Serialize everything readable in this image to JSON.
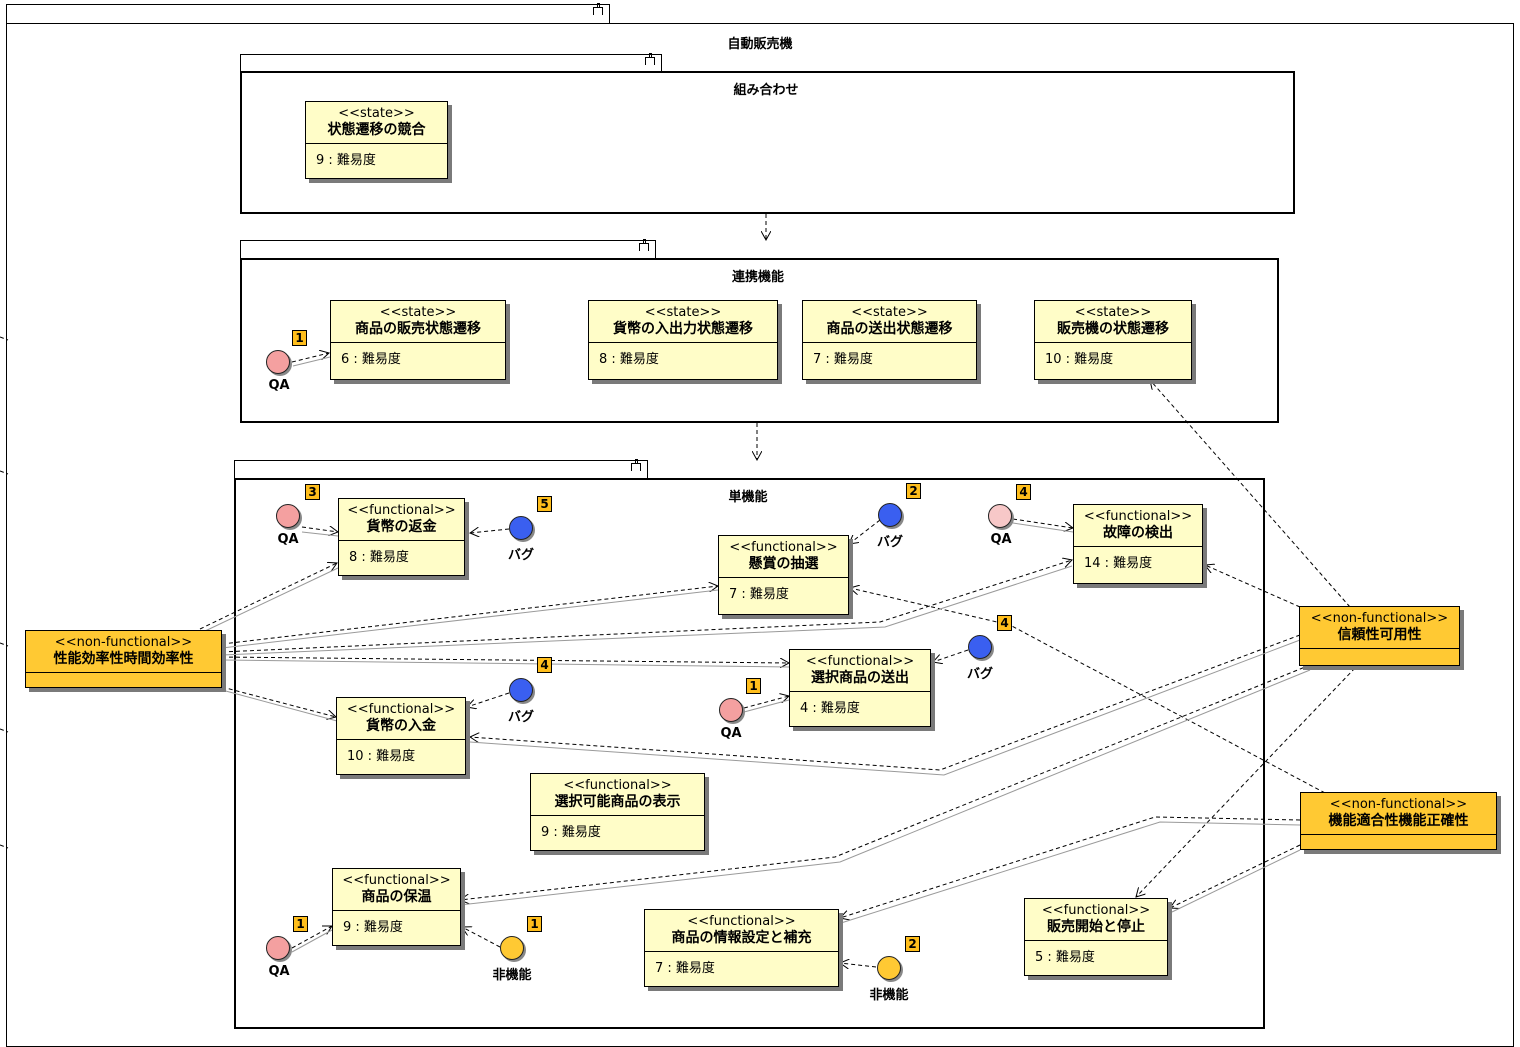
{
  "packages": {
    "outer": {
      "title": "自動販売機"
    },
    "combo": {
      "title": "組み合わせ"
    },
    "linked": {
      "title": "連携機能"
    },
    "single": {
      "title": "単機能"
    }
  },
  "classes": {
    "conflict": {
      "stereotype": "<<state>>",
      "name": "状態遷移の競合",
      "attr": "9 : 難易度"
    },
    "sales_state": {
      "stereotype": "<<state>>",
      "name": "商品の販売状態遷移",
      "attr": "6 : 難易度"
    },
    "coin_io_state": {
      "stereotype": "<<state>>",
      "name": "貨幣の入出力状態遷移",
      "attr": "8 : 難易度"
    },
    "dispatch_state": {
      "stereotype": "<<state>>",
      "name": "商品の送出状態遷移",
      "attr": "7 : 難易度"
    },
    "machine_state": {
      "stereotype": "<<state>>",
      "name": "販売機の状態遷移",
      "attr": "10 : 難易度"
    },
    "refund": {
      "stereotype": "<<functional>>",
      "name": "貨幣の返金",
      "attr": "8 : 難易度"
    },
    "lottery": {
      "stereotype": "<<functional>>",
      "name": "懸賞の抽選",
      "attr": "7 : 難易度"
    },
    "fault": {
      "stereotype": "<<functional>>",
      "name": "故障の検出",
      "attr": "14 : 難易度"
    },
    "dispatch": {
      "stereotype": "<<functional>>",
      "name": "選択商品の送出",
      "attr": "4 : 難易度"
    },
    "deposit": {
      "stereotype": "<<functional>>",
      "name": "貨幣の入金",
      "attr": "10 : 難易度"
    },
    "display": {
      "stereotype": "<<functional>>",
      "name": "選択可能商品の表示",
      "attr": "9 : 難易度"
    },
    "warm": {
      "stereotype": "<<functional>>",
      "name": "商品の保温",
      "attr": "9 : 難易度"
    },
    "info": {
      "stereotype": "<<functional>>",
      "name": "商品の情報設定と補充",
      "attr": "7 : 難易度"
    },
    "startstop": {
      "stereotype": "<<functional>>",
      "name": "販売開始と停止",
      "attr": "5 : 難易度"
    },
    "perf": {
      "stereotype": "<<non-functional>>",
      "name": "性能効率性時間効率性"
    },
    "reliability": {
      "stereotype": "<<non-functional>>",
      "name": "信頼性可用性"
    },
    "suitability": {
      "stereotype": "<<non-functional>>",
      "name": "機能適合性機能正確性"
    }
  },
  "actors": {
    "qa_sales": {
      "label": "QA",
      "badge": "1",
      "kind": "qa"
    },
    "qa_refund": {
      "label": "QA",
      "badge": "3",
      "kind": "qa"
    },
    "bug_refund": {
      "label": "バグ",
      "badge": "5",
      "kind": "bug"
    },
    "bug_lottery": {
      "label": "バグ",
      "badge": "2",
      "kind": "bug"
    },
    "qa_fault": {
      "label": "QA",
      "badge": "4",
      "kind": "qa-light"
    },
    "bug_deposit": {
      "label": "バグ",
      "badge": "4",
      "kind": "bug"
    },
    "bug_dispatch": {
      "label": "バグ",
      "badge": "4",
      "kind": "bug"
    },
    "qa_dispatch": {
      "label": "QA",
      "badge": "1",
      "kind": "qa"
    },
    "qa_warm": {
      "label": "QA",
      "badge": "1",
      "kind": "qa"
    },
    "nf_warm": {
      "label": "非機能",
      "badge": "1",
      "kind": "nfunc"
    },
    "nf_info": {
      "label": "非機能",
      "badge": "2",
      "kind": "nfunc"
    }
  },
  "colors": {
    "class_fill": "#fffdc8",
    "nonfunctional_fill": "#ffc933",
    "qa": "#f4a0a0",
    "bug": "#3a5ff0",
    "badge": "#ffbe1c"
  }
}
